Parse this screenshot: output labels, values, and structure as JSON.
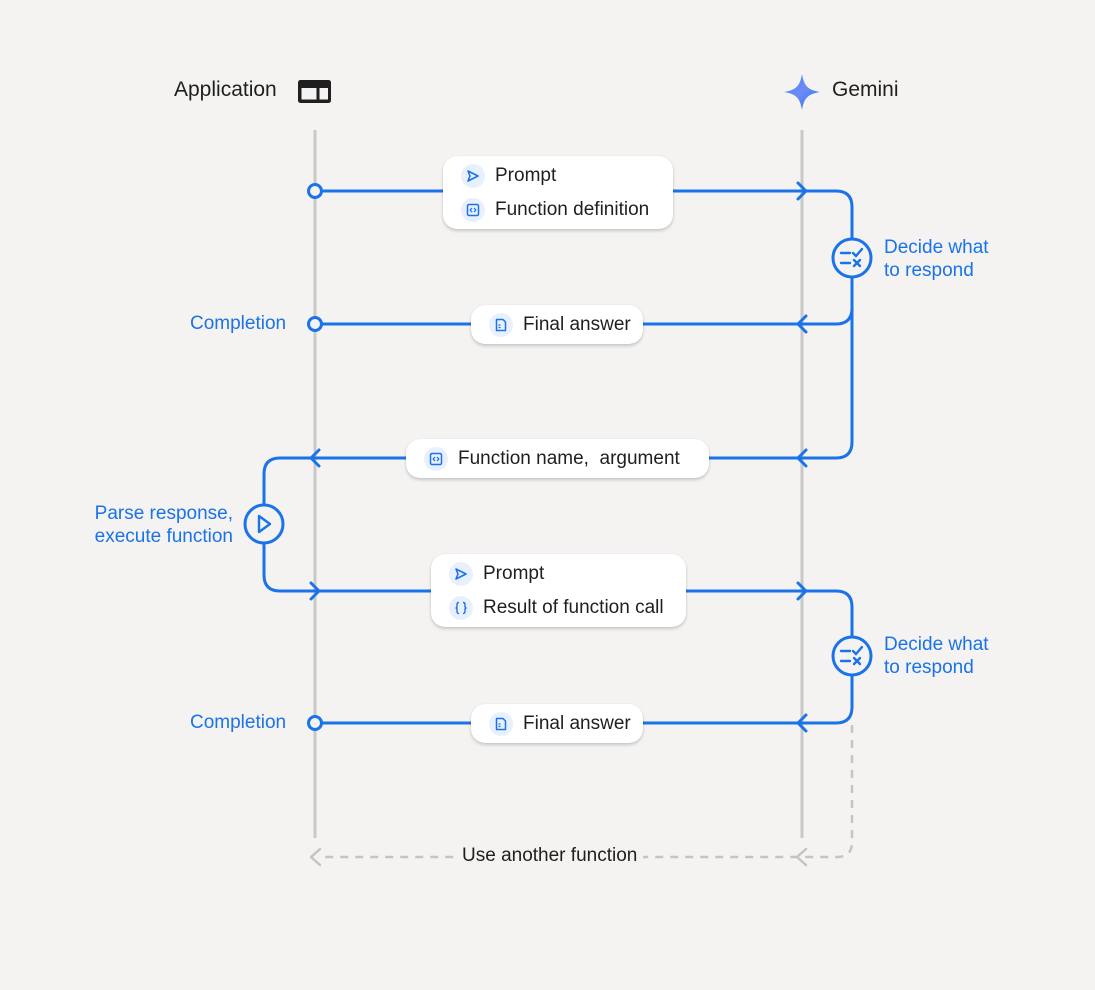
{
  "header": {
    "application": "Application",
    "gemini": "Gemini",
    "application_icon": "window-layout-icon",
    "gemini_icon": "sparkle-star-icon"
  },
  "request1": {
    "prompt": "Prompt",
    "definition": "Function definition"
  },
  "decide1": {
    "line1": "Decide what",
    "line2": "to respond"
  },
  "completion1": {
    "label": "Completion",
    "answer": "Final answer"
  },
  "call": {
    "label": "Function name,  argument"
  },
  "parse": {
    "line1": "Parse response,",
    "line2": "execute function"
  },
  "request2": {
    "prompt": "Prompt",
    "result": "Result of function call"
  },
  "decide2": {
    "line1": "Decide what",
    "line2": "to respond"
  },
  "completion2": {
    "label": "Completion",
    "answer": "Final answer"
  },
  "loop": {
    "label": "Use another function"
  },
  "colors": {
    "accent": "#1a73e8",
    "lane": "#c8c8c8",
    "dashed": "#c4c4c4",
    "background": "#f4f3f2"
  }
}
